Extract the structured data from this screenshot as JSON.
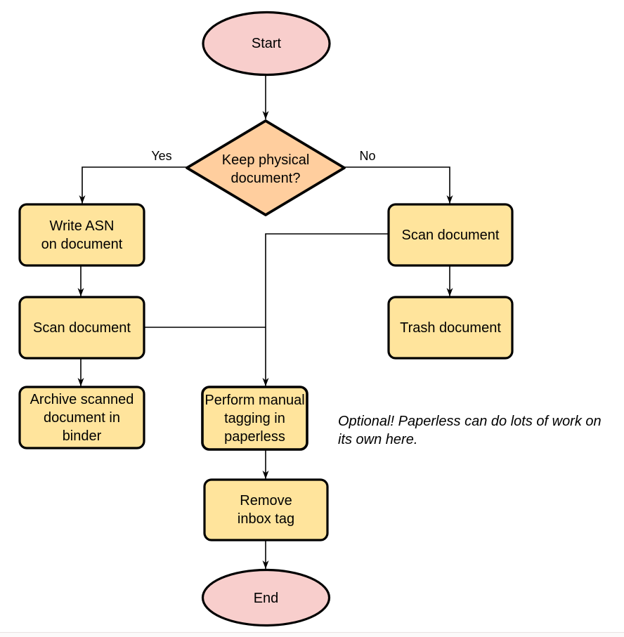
{
  "diagram": {
    "kind": "flowchart",
    "stroke_color": "#000000",
    "background": "#ffffff"
  },
  "nodes": {
    "start": {
      "label": "Start",
      "shape": "ellipse",
      "fill": "#f8cecc"
    },
    "decision": {
      "label": "Keep physical\ndocument?",
      "shape": "diamond",
      "fill": "#ffce9e"
    },
    "write_asn": {
      "label": "Write ASN\non document",
      "shape": "rect",
      "fill": "#ffe49c"
    },
    "scan_left": {
      "label": "Scan document",
      "shape": "rect",
      "fill": "#ffe49c"
    },
    "archive": {
      "label": "Archive scanned\ndocument in\nbinder",
      "shape": "rect",
      "fill": "#ffe49c"
    },
    "scan_right": {
      "label": "Scan document",
      "shape": "rect",
      "fill": "#ffe49c"
    },
    "trash": {
      "label": "Trash document",
      "shape": "rect",
      "fill": "#ffe49c"
    },
    "tagging": {
      "label": "Perform manual\ntagging in\npaperless",
      "shape": "rect",
      "fill": "#ffe49c"
    },
    "remove_inbox": {
      "label": "Remove\ninbox tag",
      "shape": "rect",
      "fill": "#ffe49c"
    },
    "end": {
      "label": "End",
      "shape": "ellipse",
      "fill": "#f8cecc"
    }
  },
  "edge_labels": {
    "yes": "Yes",
    "no": "No"
  },
  "note": {
    "text": "Optional! Paperless can do lots of work on\nits own here."
  }
}
